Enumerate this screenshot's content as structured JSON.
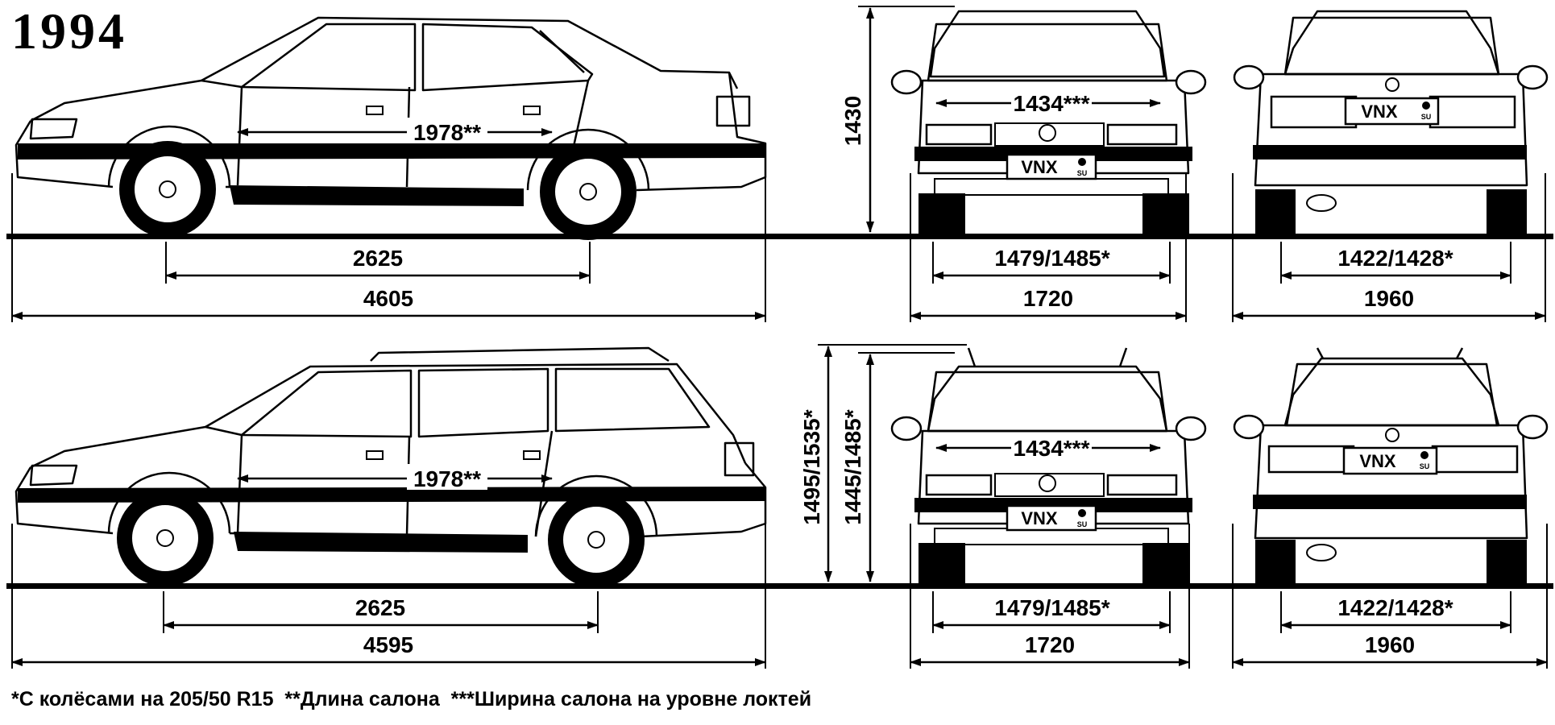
{
  "title_year": "1994",
  "sedan": {
    "side": {
      "interior_length": "1978**",
      "wheelbase": "2625",
      "overall_length": "4605"
    },
    "height": "1430",
    "front": {
      "interior_width": "1434***",
      "track": "1479/1485*",
      "width": "1720",
      "plate_text": "VNX",
      "plate_country": "SU"
    },
    "rear": {
      "track": "1422/1428*",
      "width_mirrors": "1960",
      "plate_text": "VNX",
      "plate_country": "SU"
    }
  },
  "wagon": {
    "side": {
      "interior_length": "1978**",
      "wheelbase": "2625",
      "overall_length": "4595"
    },
    "height_rails": "1495/1535*",
    "height": "1445/1485*",
    "front": {
      "interior_width": "1434***",
      "track": "1479/1485*",
      "width": "1720",
      "plate_text": "VNX",
      "plate_country": "SU"
    },
    "rear": {
      "track": "1422/1428*",
      "width_mirrors": "1960",
      "plate_text": "VNX",
      "plate_country": "SU"
    }
  },
  "footnotes": "*С колёсами на 205/50 R15  **Длина салона  ***Ширина салона на уровне локтей"
}
